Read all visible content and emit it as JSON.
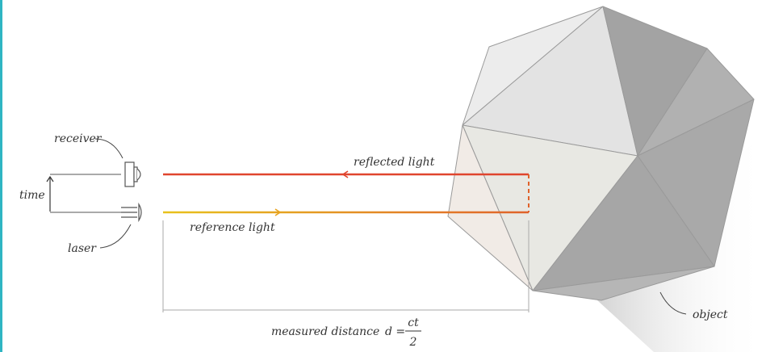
{
  "labels": {
    "receiver": "receiver",
    "time": "time",
    "laser": "laser",
    "reflected_light": "reflected light",
    "reference_light": "reference light",
    "object": "object",
    "measured_distance": "measured distance",
    "formula_lhs": "d =",
    "formula_numerator": "ct",
    "formula_denominator": "2"
  },
  "colors": {
    "frame_accent": "#2fb5c3",
    "reflected_beam": "#e0452e",
    "reference_beam_start": "#e8c21c",
    "reference_beam_end": "#e0622b",
    "object_light": "#ececec",
    "object_dark": "#a9a9a9",
    "line_gray": "#8a8a8a"
  },
  "icons": {
    "receiver": "receiver-sensor-icon",
    "laser": "laser-emitter-icon"
  }
}
